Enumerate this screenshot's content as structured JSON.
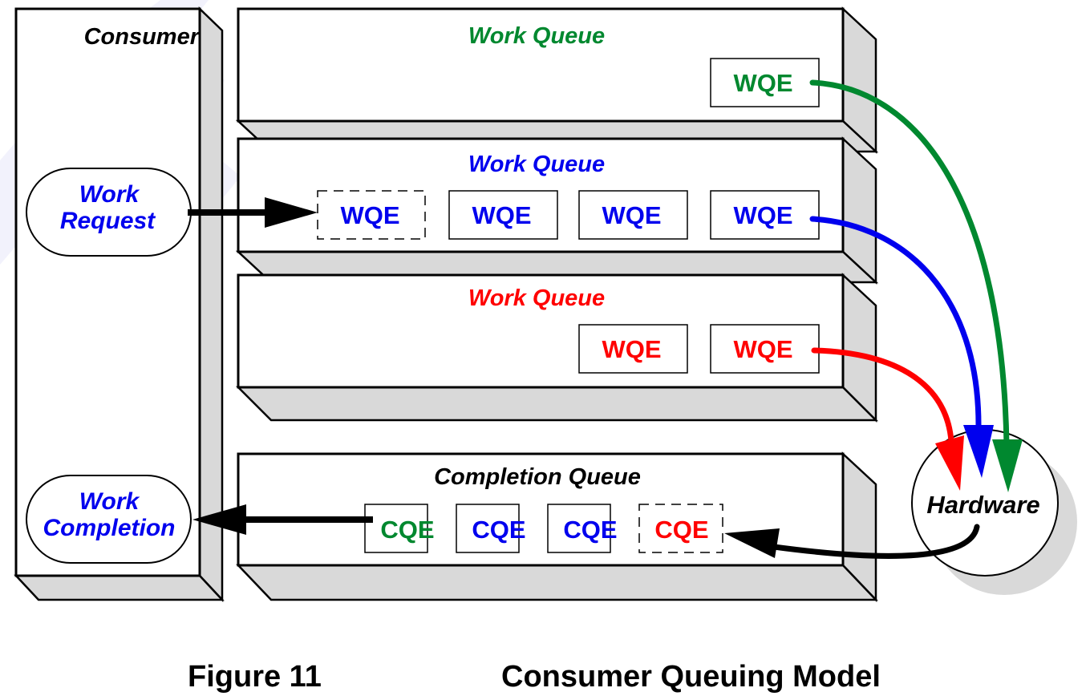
{
  "colors": {
    "green": "#00882f",
    "blue": "#0000ee",
    "red": "#ff0000",
    "black": "#000000",
    "side_gray": "#d9d9d9",
    "watermark": "#f0f0fb"
  },
  "consumer": {
    "title": "Consumer",
    "work_request": {
      "line1": "Work",
      "line2": "Request"
    },
    "work_completion": {
      "line1": "Work",
      "line2": "Completion"
    }
  },
  "work_queues": [
    {
      "title": "Work Queue",
      "color": "green",
      "elements": [
        {
          "label": "WQE",
          "pending": false
        }
      ]
    },
    {
      "title": "Work Queue",
      "color": "blue",
      "elements": [
        {
          "label": "WQE",
          "pending": true
        },
        {
          "label": "WQE",
          "pending": false
        },
        {
          "label": "WQE",
          "pending": false
        },
        {
          "label": "WQE",
          "pending": false
        }
      ]
    },
    {
      "title": "Work Queue",
      "color": "red",
      "elements": [
        {
          "label": "WQE",
          "pending": false
        },
        {
          "label": "WQE",
          "pending": false
        }
      ]
    }
  ],
  "completion_queue": {
    "title": "Completion Queue",
    "elements": [
      {
        "label": "CQE",
        "color": "green",
        "pending": false
      },
      {
        "label": "CQE",
        "color": "blue",
        "pending": false
      },
      {
        "label": "CQE",
        "color": "blue",
        "pending": false
      },
      {
        "label": "CQE",
        "color": "red",
        "pending": true
      }
    ]
  },
  "hardware": {
    "label": "Hardware"
  },
  "caption": {
    "figure": "Figure 11",
    "title": "Consumer Queuing Model"
  }
}
